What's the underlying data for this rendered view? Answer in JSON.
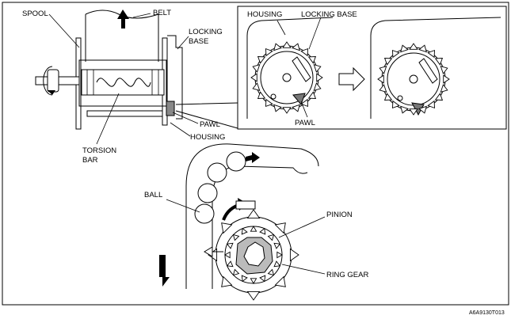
{
  "labels": {
    "spool": "SPOOL",
    "belt": "BELT",
    "locking_base_left_1": "LOCKING",
    "locking_base_left_2": "BASE",
    "pawl_left": "PAWL",
    "housing_left": "HOUSING",
    "torsion_bar_1": "TORSION",
    "torsion_bar_2": "BAR",
    "housing_inset": "HOUSING",
    "locking_base_inset": "LOCKING BASE",
    "pawl_inset": "PAWL",
    "ball": "BALL",
    "pinion": "PINION",
    "ring_gear": "RING GEAR"
  },
  "figure_code": "A6A9130T013",
  "icons": {
    "up_arrow": "arrow-up-icon",
    "down_arrow": "arrow-down-icon",
    "flow_arrow": "arrow-right-icon",
    "ball_motion": "curved-arrow-icon"
  }
}
